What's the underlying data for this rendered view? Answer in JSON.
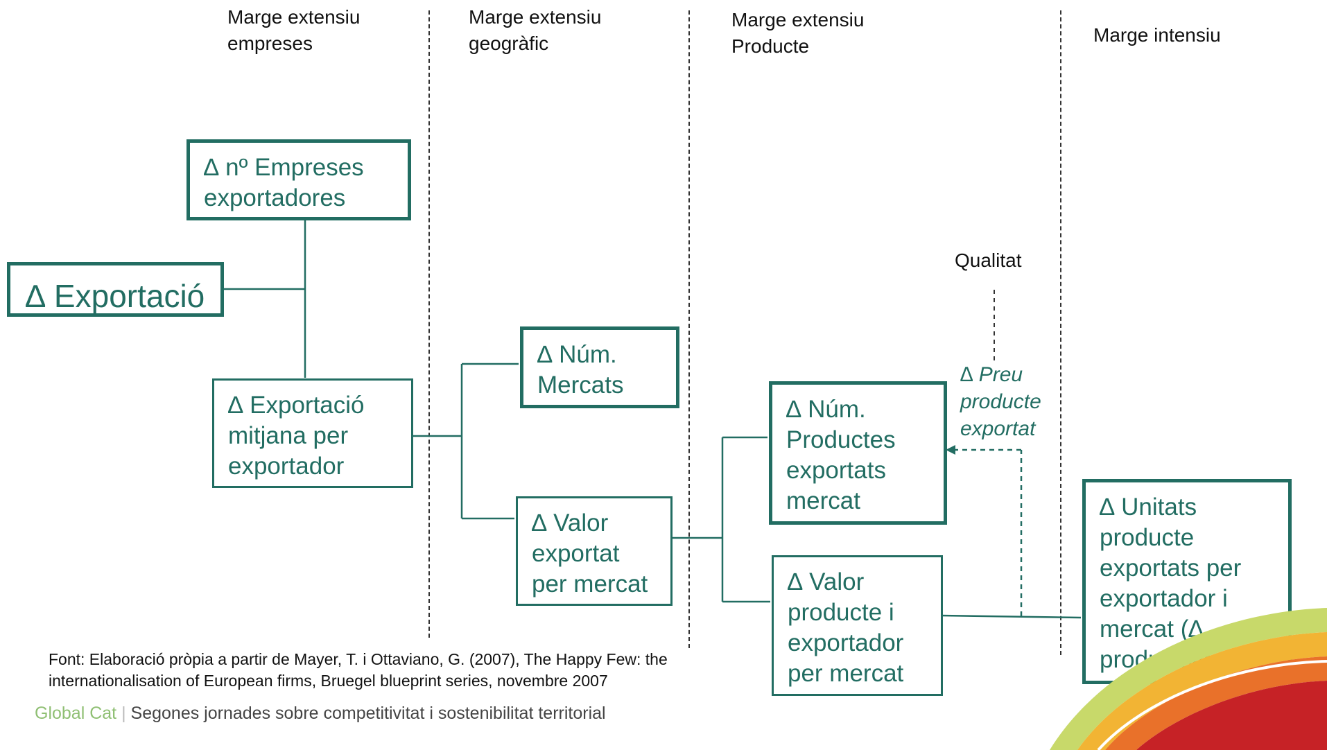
{
  "headers": {
    "col1": "Marge extensiu\nempreses",
    "col2": "Marge extensiu\ngeogràfic",
    "col3": "Marge extensiu\nProducte",
    "col4": "Marge intensiu"
  },
  "boxes": {
    "exportacio": "∆ Exportació",
    "empreses": "∆ nº Empreses\nexportadores",
    "mitjana": "∆ Exportació\nmitjana per\nexportador",
    "mercats": "∆ Núm.\nMercats",
    "valor_mercat": "∆ Valor\nexportat\nper mercat",
    "productes": "∆ Núm.\nProductes\nexportats\nmercat",
    "valor_producte": "∆ Valor\nproducte i\nexportador\nper mercat",
    "unitats": "∆ Unitats\nproducte\nexportats per\nexportador i\nmercat  (∆\nproductivitat)"
  },
  "qualitat_label": "Qualitat",
  "preu_label": "∆ Preu\nproducte\nexportat",
  "source": "Font: Elaboració pròpia a partir de Mayer, T. i Ottaviano, G. (2007), The Happy Few: the\ninternationalisation of European firms, Bruegel blueprint series, novembre 2007",
  "footer": {
    "brand": "Global Cat",
    "separator": "|",
    "text": "Segones jornades sobre competitivitat i sostenibilitat territorial"
  },
  "colors": {
    "accent": "#226d62",
    "text": "#111111"
  }
}
